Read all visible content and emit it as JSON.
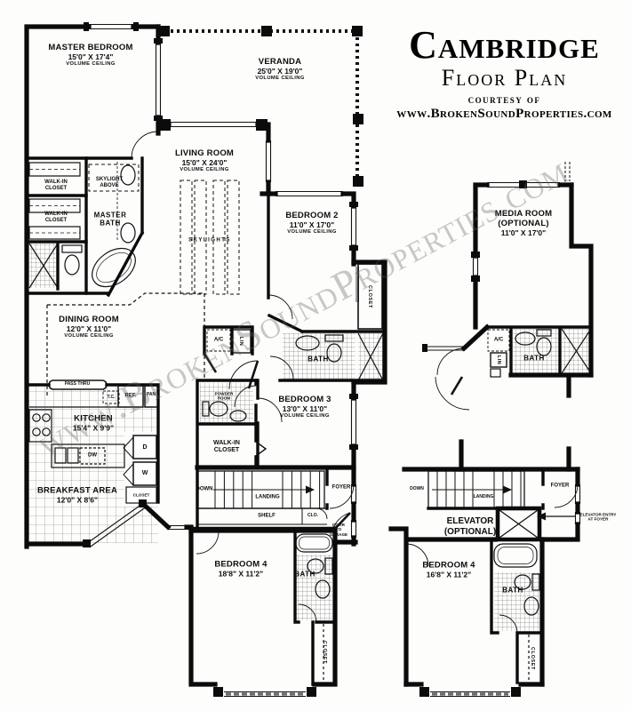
{
  "header": {
    "title": "Cambridge",
    "subtitle": "Floor Plan",
    "courtesy_line": "courtesy of",
    "website": "www.BrokenSoundProperties.com"
  },
  "watermark": "www.BrokenSoundProperties.com",
  "rooms": {
    "master_bedroom": {
      "name": "MASTER BEDROOM",
      "dims": "15'0\" X 17'4\"",
      "note": "VOLUME CEILING"
    },
    "veranda": {
      "name": "VERANDA",
      "dims": "25'0\" X 19'0\"",
      "note": "VOLUME CEILING"
    },
    "living_room": {
      "name": "LIVING ROOM",
      "dims": "15'0\" X 24'0\"",
      "note": "VOLUME CEILING"
    },
    "bedroom_2": {
      "name": "BEDROOM 2",
      "dims": "11'0\" X 17'0\"",
      "note": "VOLUME CEILING"
    },
    "media_room": {
      "name": "MEDIA ROOM",
      "qualifier": "(OPTIONAL)",
      "dims": "11'0\" X 17'0\""
    },
    "dining_room": {
      "name": "DINING ROOM",
      "dims": "12'0\" X 11'0\"",
      "note": "VOLUME CEILING"
    },
    "kitchen": {
      "name": "KITCHEN",
      "dims": "15'4\" X 9'9\""
    },
    "breakfast_area": {
      "name": "BREAKFAST AREA",
      "dims": "12'0\" X 8'6\""
    },
    "bedroom_3": {
      "name": "BEDROOM 3",
      "dims": "13'0\" X 11'0\"",
      "note": "VOLUME CEILING"
    },
    "bedroom_4": {
      "name": "BEDROOM 4",
      "dims": "18'8\" X 11'2\""
    },
    "bedroom_4_alt": {
      "name": "BEDROOM 4",
      "dims": "16'8\" X 11'2\""
    },
    "elevator": {
      "name": "ELEVATOR",
      "qualifier": "(OPTIONAL)"
    }
  },
  "features": {
    "master_bath_1": "MASTER",
    "master_bath_2": "BATH",
    "walk_in_1": "WALK-IN",
    "walk_in_2": "CLOSET",
    "skylight_1": "SKYLIGHT",
    "skylight_2": "ABOVE",
    "skylights": "SKYLIGHTS",
    "powder_1": "POWDER",
    "powder_2": "ROOM",
    "bath": "BATH",
    "closet": "CLOSET",
    "clo": "CLO.",
    "pass_thru": "PASS THRU",
    "tc": "T.C.",
    "ref": "REF.",
    "pan": "PAN",
    "dw": "DW",
    "dryer": "D",
    "washer": "W",
    "ac": "A/C",
    "lin": "LIN",
    "down": "DOWN",
    "landing": "LANDING",
    "shelf": "SHELF",
    "foyer": "FOYER",
    "door_to_garage_1": "DOOR",
    "door_to_garage_2": "TO",
    "door_to_garage_3": "GARAGE",
    "elevator_entry_1": "ELEVATOR ENTRY",
    "elevator_entry_2": "AT FOYER"
  }
}
